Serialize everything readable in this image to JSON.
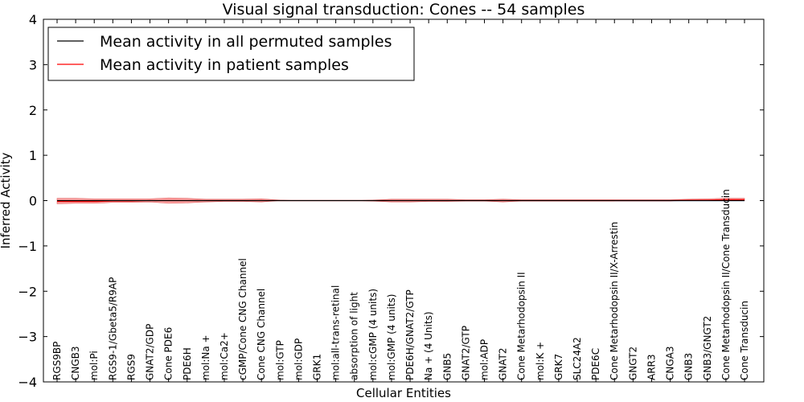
{
  "chart_data": {
    "type": "line",
    "title": "Visual signal transduction: Cones -- 54 samples",
    "xlabel": "Cellular Entities",
    "ylabel": "Inferred Activity",
    "ylim": [
      -4,
      4
    ],
    "yticks": [
      -4,
      -3,
      -2,
      -1,
      0,
      1,
      2,
      3,
      4
    ],
    "ytick_labels": [
      "−4",
      "−3",
      "−2",
      "−1",
      "0",
      "1",
      "2",
      "3",
      "4"
    ],
    "grid": false,
    "legend_position": "top-left",
    "categories": [
      "RGS9BP",
      "CNGB3",
      "mol:Pi",
      "RGS9-1/Gbeta5/R9AP",
      "RGS9",
      "GNAT2/GDP",
      "Cone PDE6",
      "PDE6H",
      "mol:Na +",
      "mol:Ca2+",
      "cGMP/Cone CNG Channel",
      "Cone CNG Channel",
      "mol:GTP",
      "mol:GDP",
      "GRK1",
      "mol:all-trans-retinal",
      "absorption of light",
      "mol:cGMP (4 units)",
      "mol:GMP (4 units)",
      "PDE6H/GNAT2/GTP",
      "Na + (4 Units)",
      "GNB5",
      "GNAT2/GTP",
      "mol:ADP",
      "GNAT2",
      "Cone Metarhodopsin II",
      "mol:K +",
      "GRK7",
      "SLC24A2",
      "PDE6C",
      "Cone Metarhodopsin II/X-Arrestin",
      "GNGT2",
      "ARR3",
      "CNGA3",
      "GNB3",
      "GNB3/GNGT2",
      "Cone Metarhodopsin II/Cone Transducin",
      "Cone Transducin"
    ],
    "series": [
      {
        "name": "Mean activity in all permuted samples",
        "color": "#000000",
        "values": [
          0,
          0,
          0,
          0,
          0,
          0,
          0,
          0,
          0,
          0,
          0,
          0,
          0,
          0,
          0,
          0,
          0,
          0,
          0,
          0,
          0,
          0,
          0,
          0,
          0,
          0,
          0,
          0,
          0,
          0,
          0,
          0,
          0,
          0,
          0,
          0,
          0,
          0
        ]
      },
      {
        "name": "Mean activity in patient samples",
        "color": "#ff0000",
        "band_color": "#ff6a6a",
        "values": [
          -0.02,
          -0.02,
          -0.02,
          -0.01,
          -0.01,
          0.0,
          0.0,
          0.0,
          0.0,
          0.0,
          0.0,
          0.0,
          0.0,
          0.0,
          0.0,
          0.0,
          0.0,
          0.0,
          0.0,
          0.0,
          0.0,
          0.0,
          0.0,
          0.0,
          0.0,
          0.0,
          0.0,
          0.0,
          0.0,
          0.0,
          0.0,
          0.0,
          0.0,
          0.0,
          0.01,
          0.01,
          0.02,
          0.02
        ],
        "band_low": [
          -0.07,
          -0.06,
          -0.06,
          -0.04,
          -0.04,
          -0.03,
          -0.06,
          -0.05,
          -0.03,
          -0.02,
          -0.02,
          -0.03,
          0.0,
          0.0,
          0.0,
          0.0,
          0.0,
          -0.01,
          -0.03,
          -0.03,
          -0.02,
          -0.02,
          -0.01,
          -0.01,
          -0.03,
          -0.01,
          -0.01,
          -0.01,
          -0.01,
          -0.01,
          -0.01,
          -0.01,
          -0.01,
          -0.01,
          0.0,
          0.0,
          0.0,
          0.0
        ],
        "band_high": [
          0.05,
          0.05,
          0.04,
          0.04,
          0.04,
          0.04,
          0.06,
          0.05,
          0.03,
          0.03,
          0.03,
          0.04,
          0.01,
          0.0,
          0.0,
          0.0,
          0.0,
          0.01,
          0.03,
          0.03,
          0.03,
          0.03,
          0.02,
          0.02,
          0.03,
          0.02,
          0.02,
          0.02,
          0.02,
          0.02,
          0.02,
          0.02,
          0.02,
          0.02,
          0.03,
          0.04,
          0.05,
          0.05
        ]
      }
    ]
  }
}
